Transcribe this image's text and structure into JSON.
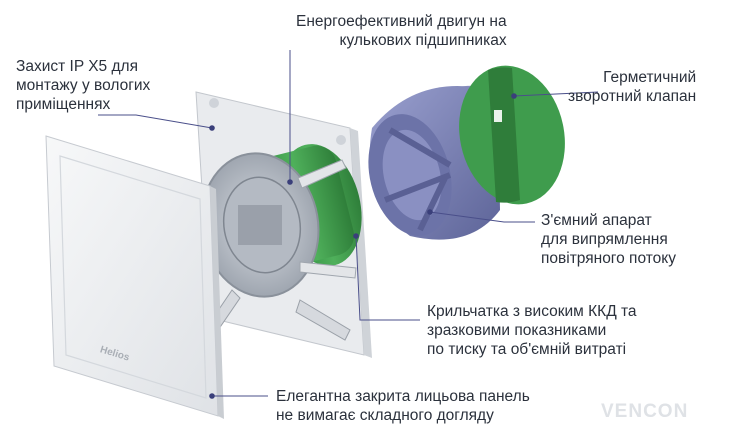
{
  "callouts": {
    "ip_protection": [
      "Захист IP X5 для",
      "монтажу у вологих",
      "приміщеннях"
    ],
    "motor": [
      "Енергоефективний двигун на",
      "кулькових підшипниках"
    ],
    "valve": [
      "Герметичний",
      "зворотний клапан"
    ],
    "straightener": [
      "З'ємний апарат",
      "для випрямлення",
      "повітряного потоку"
    ],
    "impeller": [
      "Крильчатка з високим ККД та",
      "зразковими показниками",
      "по тиску та об'ємній витраті"
    ],
    "panel": [
      "Елегантна закрита лицьова панель",
      "не вимагає складного догляду"
    ]
  },
  "panel_logo": "Helios",
  "watermark": "VENCON",
  "colors": {
    "panel": "#eef0f2",
    "green": "#3e9a4c",
    "blue_grey": "#7b82b8",
    "leader": "#4a4f8a"
  }
}
